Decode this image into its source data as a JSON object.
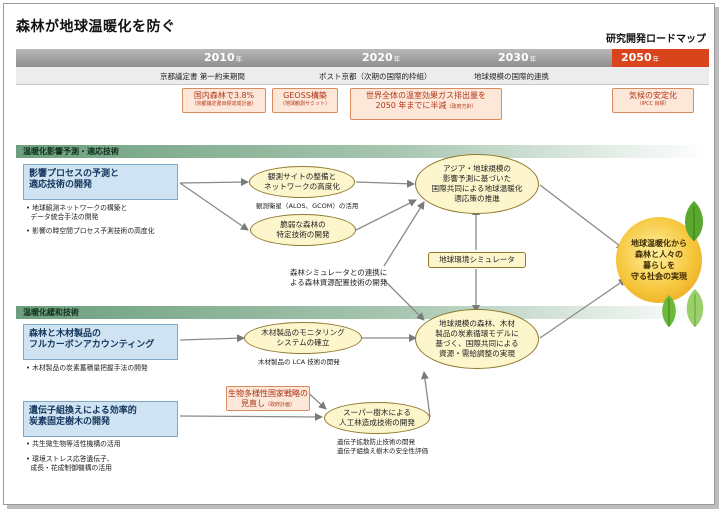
{
  "title": "森林が地球温暖化を防ぐ",
  "roadmap_label": "研究開発ロードマップ",
  "timeline": {
    "year_unit": "年",
    "years": [
      "2010",
      "2020",
      "2030"
    ],
    "target_year": "2050",
    "periods": [
      "京都議定書 第一約束期間",
      "ポスト京都（次期の国際的枠組）",
      "地球規模の国際的連携"
    ]
  },
  "milestones": {
    "m1": {
      "main": "国内森林で3.8%",
      "sub": "（京都議定書目標達成計画）"
    },
    "m2": {
      "main": "GEOSS構築",
      "sub": "（地球観測サミット）"
    },
    "m3": {
      "line1": "世界全体の温室効果ガス排出量を",
      "line2": "2050 年までに半減",
      "sub": "（政府方針）"
    },
    "m4": {
      "main": "気候の安定化",
      "sub": "（IPCC 目標）"
    }
  },
  "sections": {
    "s1": "温暖化影響予測・適応技術",
    "s2": "温暖化緩和技術"
  },
  "categories": {
    "c1": {
      "line1": "影響プロセスの予測と",
      "line2": "適応技術の開発"
    },
    "c2": {
      "line1": "森林と木材製品の",
      "line2": "フルカーボンアカウンティング"
    },
    "c3": {
      "line1": "遺伝子組換えによる効率的",
      "line2": "炭素固定樹木の開発"
    }
  },
  "bullets": {
    "b1a": "地球観測ネットワークの構築と",
    "b1a2": "データ統合手法の開発",
    "b1b": "影響の時空間プロセス予測技術の高度化",
    "b2": "木材製品の炭素蓄積量把握手法の開発",
    "b3a": "共生微生物等活性機構の活用",
    "b3b": "環境ストレス応答遺伝子、",
    "b3b2": "成長・花成制御機構の活用"
  },
  "nodes": {
    "n1": {
      "line1": "観測サイトの整備と",
      "line2": "ネットワークの高度化"
    },
    "n2": {
      "line1": "脆弱な森林の",
      "line2": "特定技術の開発"
    },
    "n3": {
      "line1": "アジア・地球規模の",
      "line2": "影響予測に基づいた",
      "line3": "国際共同による地球温暖化",
      "line4": "適応策の推進"
    },
    "n4": {
      "line1": "木材製品のモニタリング",
      "line2": "システムの確立"
    },
    "n5": {
      "line1": "地球規模の森林、木材",
      "line2": "製品の炭素循環モデルに",
      "line3": "基づく、国際共同による",
      "line4": "資源・需給調整の実現"
    },
    "n6": {
      "line1": "スーパー樹木による",
      "line2": "人工林造成技術の開発"
    }
  },
  "notes": {
    "n1_note": "観測衛星（ALOS、GCOM）の活用",
    "forest_sim1": "森林シミュレータとの連携に",
    "forest_sim2": "よる森林資源配置技術の開発",
    "n4_note": "木材製品の LCA 技術の開発",
    "n6_note1": "遺伝子拡散防止技術の開発",
    "n6_note2": "遺伝子組換え樹木の安全性評価"
  },
  "biodiversity": {
    "line1": "生物多様性国家戦略の",
    "line2": "見直し",
    "sub": "（政府計画）"
  },
  "earth_sim": "地球環境シミュレータ",
  "goal": {
    "line1": "地球温暖化から",
    "line2": "森林と人々の",
    "line3": "暮らしを",
    "line4": "守る社会の実現"
  },
  "colors": {
    "accent": "#d9441c",
    "section_band": "#6c9f7e",
    "category_fill": "#cfe3f2",
    "node_fill": "#fdf5cc",
    "leaf": "#5aa82d",
    "goal": "#f6c63c"
  },
  "icons": [
    "leaf-icon",
    "leaf-icon",
    "leaf-icon"
  ]
}
